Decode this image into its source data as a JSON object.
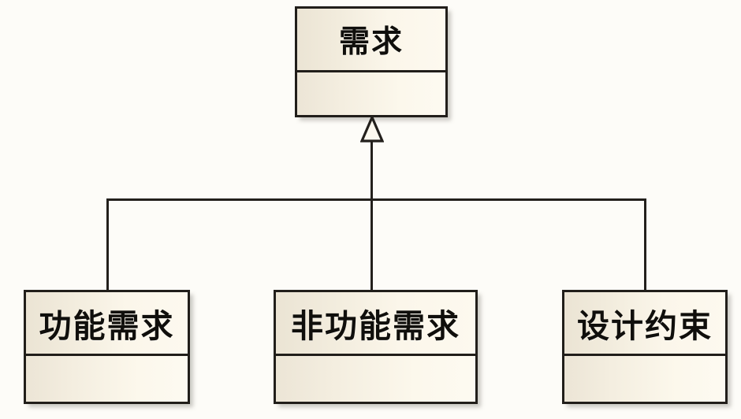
{
  "diagram": {
    "type": "uml-class-diagram",
    "title": "",
    "background_color": "#fdfcf8",
    "box_fill_from": "#ebe4d4",
    "box_fill_to": "#fdf9ef",
    "border_color": "#211e1a",
    "text_color": "#100f0c",
    "relationship": "generalization",
    "parent": {
      "id": "requirement",
      "name": "需求",
      "attributes": []
    },
    "children": [
      {
        "id": "functional",
        "name": "功能需求",
        "attributes": []
      },
      {
        "id": "nonfunctional",
        "name": "非功能需求",
        "attributes": []
      },
      {
        "id": "design-constraint",
        "name": "设计约束",
        "attributes": []
      }
    ]
  }
}
